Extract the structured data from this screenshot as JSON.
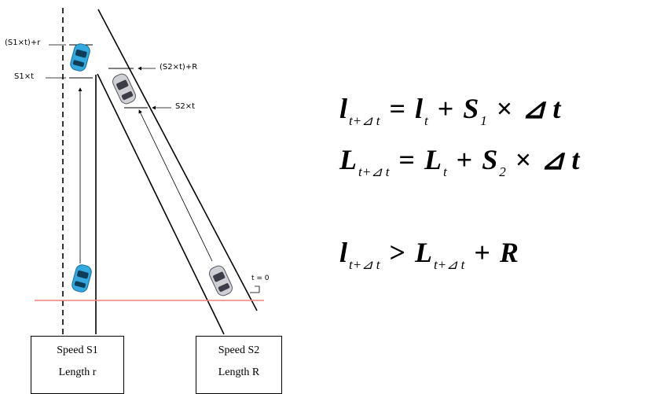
{
  "diagram": {
    "labels": {
      "s1t_plus_r": "(S1×t)+r",
      "s1t": "S1×t",
      "s2t_plus_R": "(S2×t)+R",
      "s2t": "S2×t",
      "t0": "t = 0"
    },
    "box1": {
      "line1": "Speed S1",
      "line2": "Length r"
    },
    "box2": {
      "line1": "Speed S2",
      "line2": "Length R"
    }
  },
  "equations": {
    "eq1": {
      "lhs": "l",
      "lhs_sub": "t+⊿ t",
      "eq": "=",
      "a": "l",
      "a_sub": "t",
      "plus": "+",
      "b": "S",
      "b_sub": "1",
      "times": "×",
      "c": "⊿ t"
    },
    "eq2": {
      "lhs": "L",
      "lhs_sub": "t+⊿ t",
      "eq": "=",
      "a": "L",
      "a_sub": "t",
      "plus": "+",
      "b": "S",
      "b_sub": "2",
      "times": "×",
      "c": "⊿ t"
    },
    "eq3": {
      "lhs": "l",
      "lhs_sub": "t+⊿ t",
      "gt": ">",
      "a": "L",
      "a_sub": "t+⊿ t",
      "plus": "+",
      "b": "R"
    }
  },
  "colors": {
    "reference_line": "#f08080",
    "car1": "#33a9e0",
    "car2": "#9a9ca8"
  }
}
